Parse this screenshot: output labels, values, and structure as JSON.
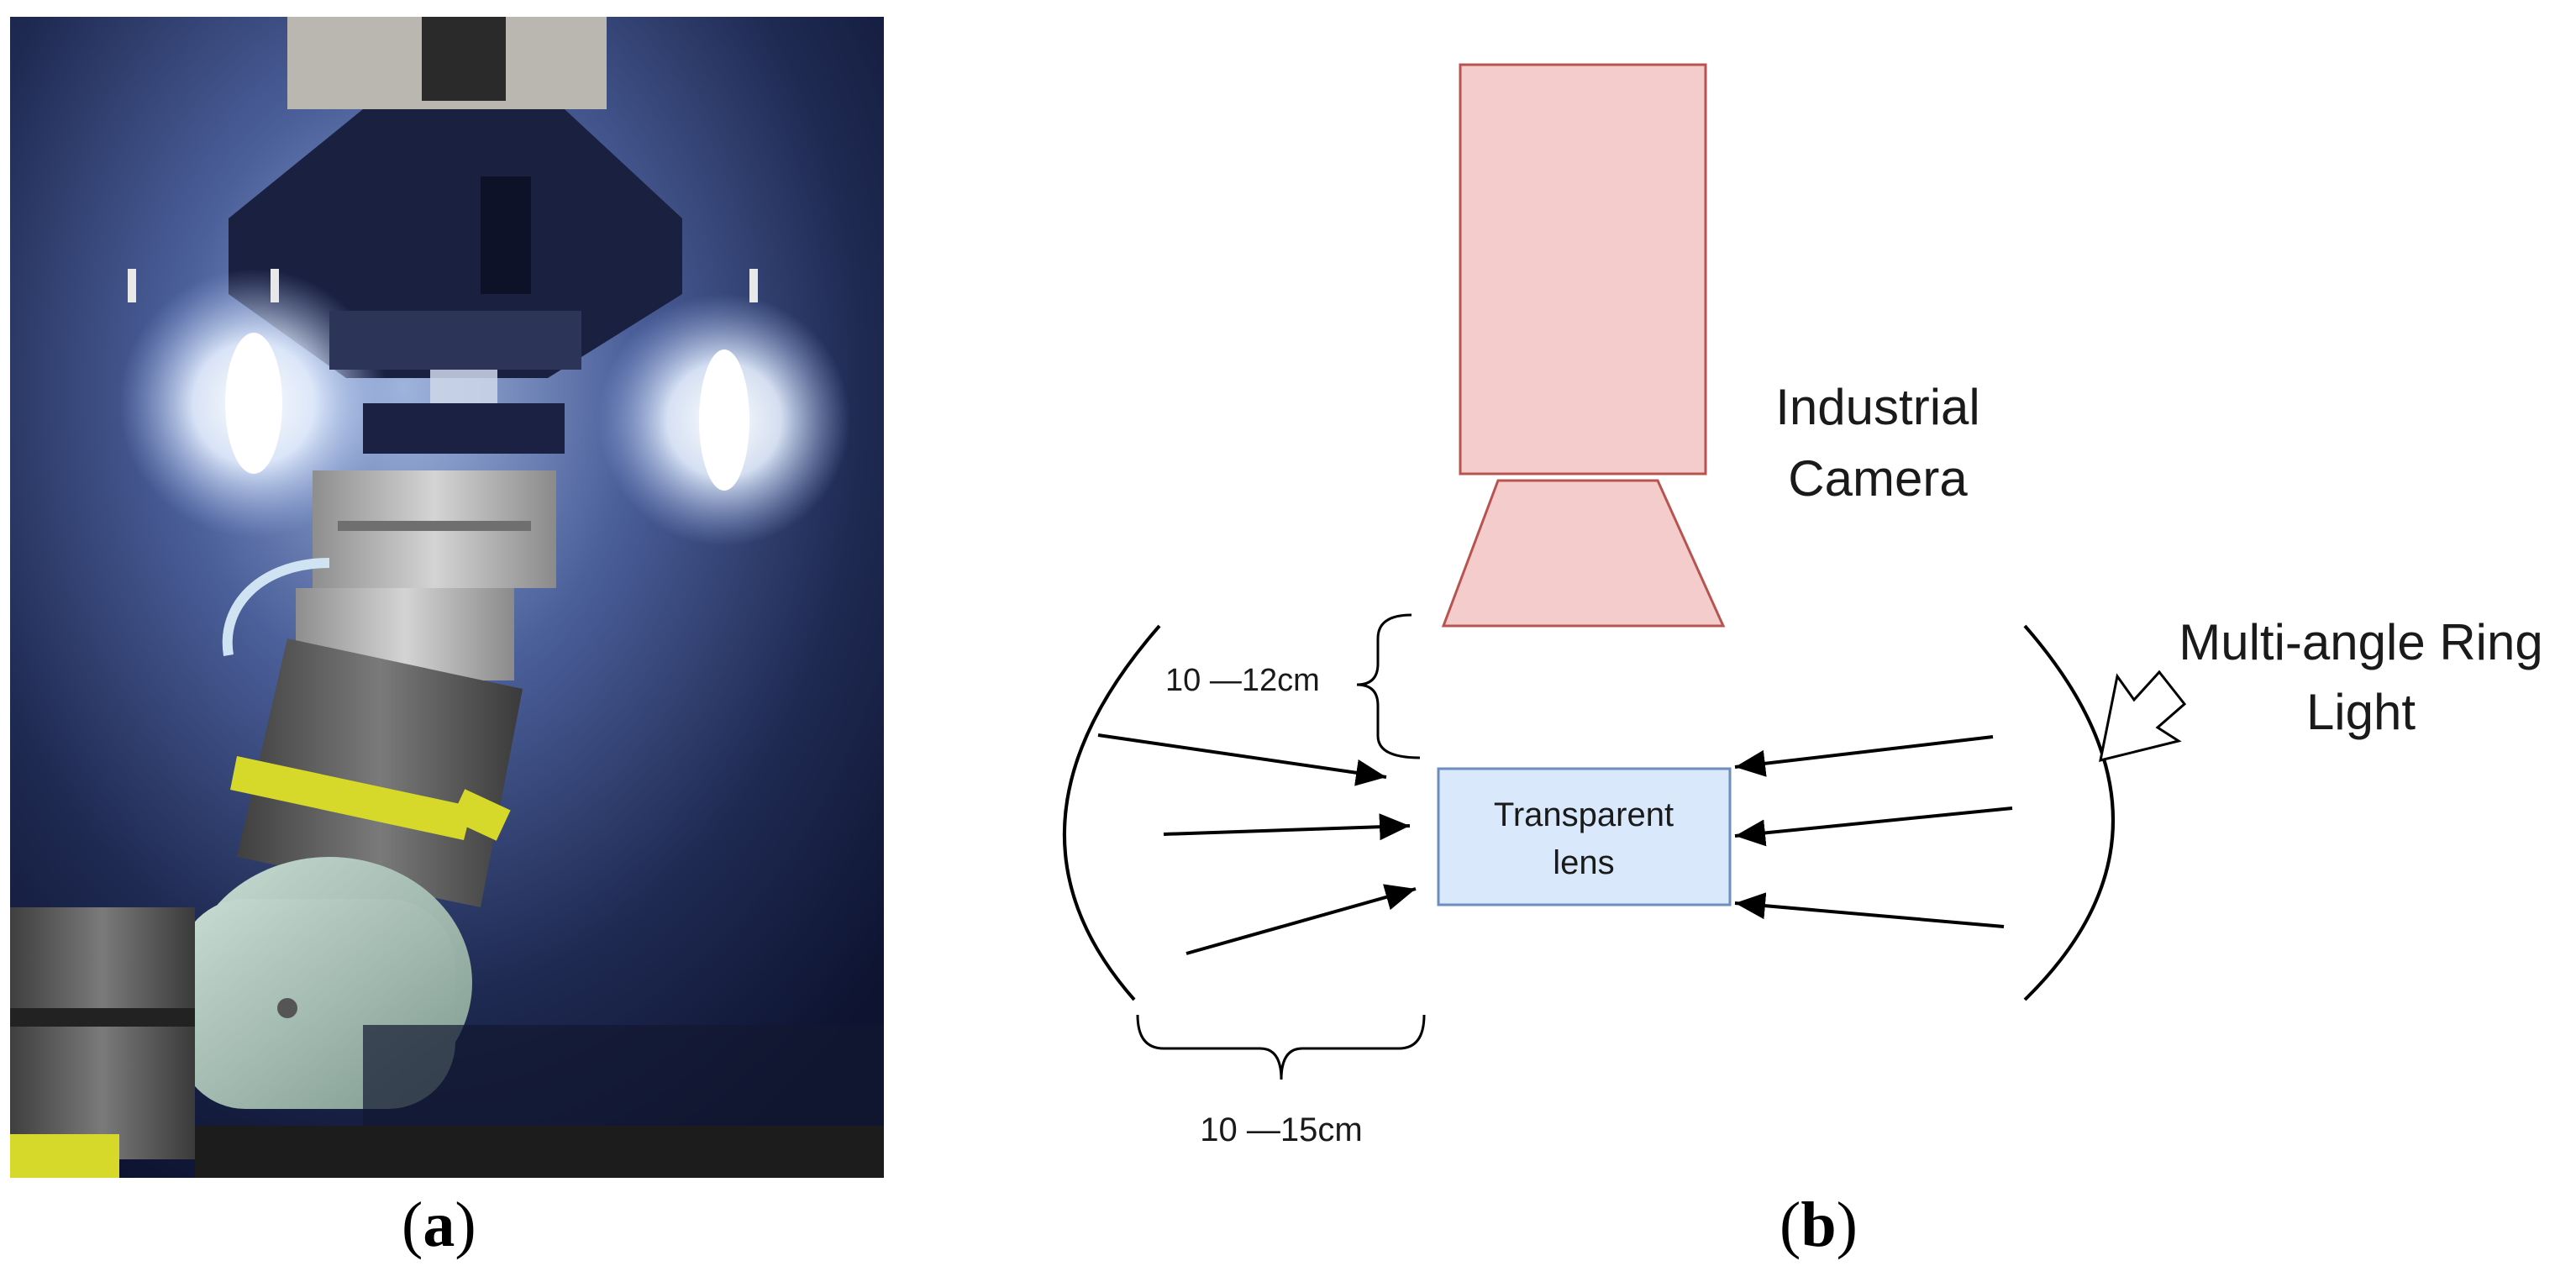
{
  "panels": {
    "a": {
      "caption_open": "(",
      "caption_letter": "a",
      "caption_close": ")",
      "content": "photo"
    },
    "b": {
      "caption_open": "(",
      "caption_letter": "b",
      "caption_close": ")",
      "content": "diagram"
    }
  },
  "diagram": {
    "camera_label_line1": "Industrial",
    "camera_label_line2": "Camera",
    "ring_light_label_line1": "Multi-angle Ring",
    "ring_light_label_line2": "Light",
    "lens_label_line1": "Transparent",
    "lens_label_line2": "lens",
    "vertical_distance_label": "10 —12cm",
    "horizontal_distance_label": "10 —15cm",
    "colors": {
      "camera_fill": "#f4cccc",
      "camera_stroke": "#b85450",
      "lens_fill": "#dae8fc",
      "lens_stroke": "#6c8ebf",
      "line": "#000000"
    }
  }
}
